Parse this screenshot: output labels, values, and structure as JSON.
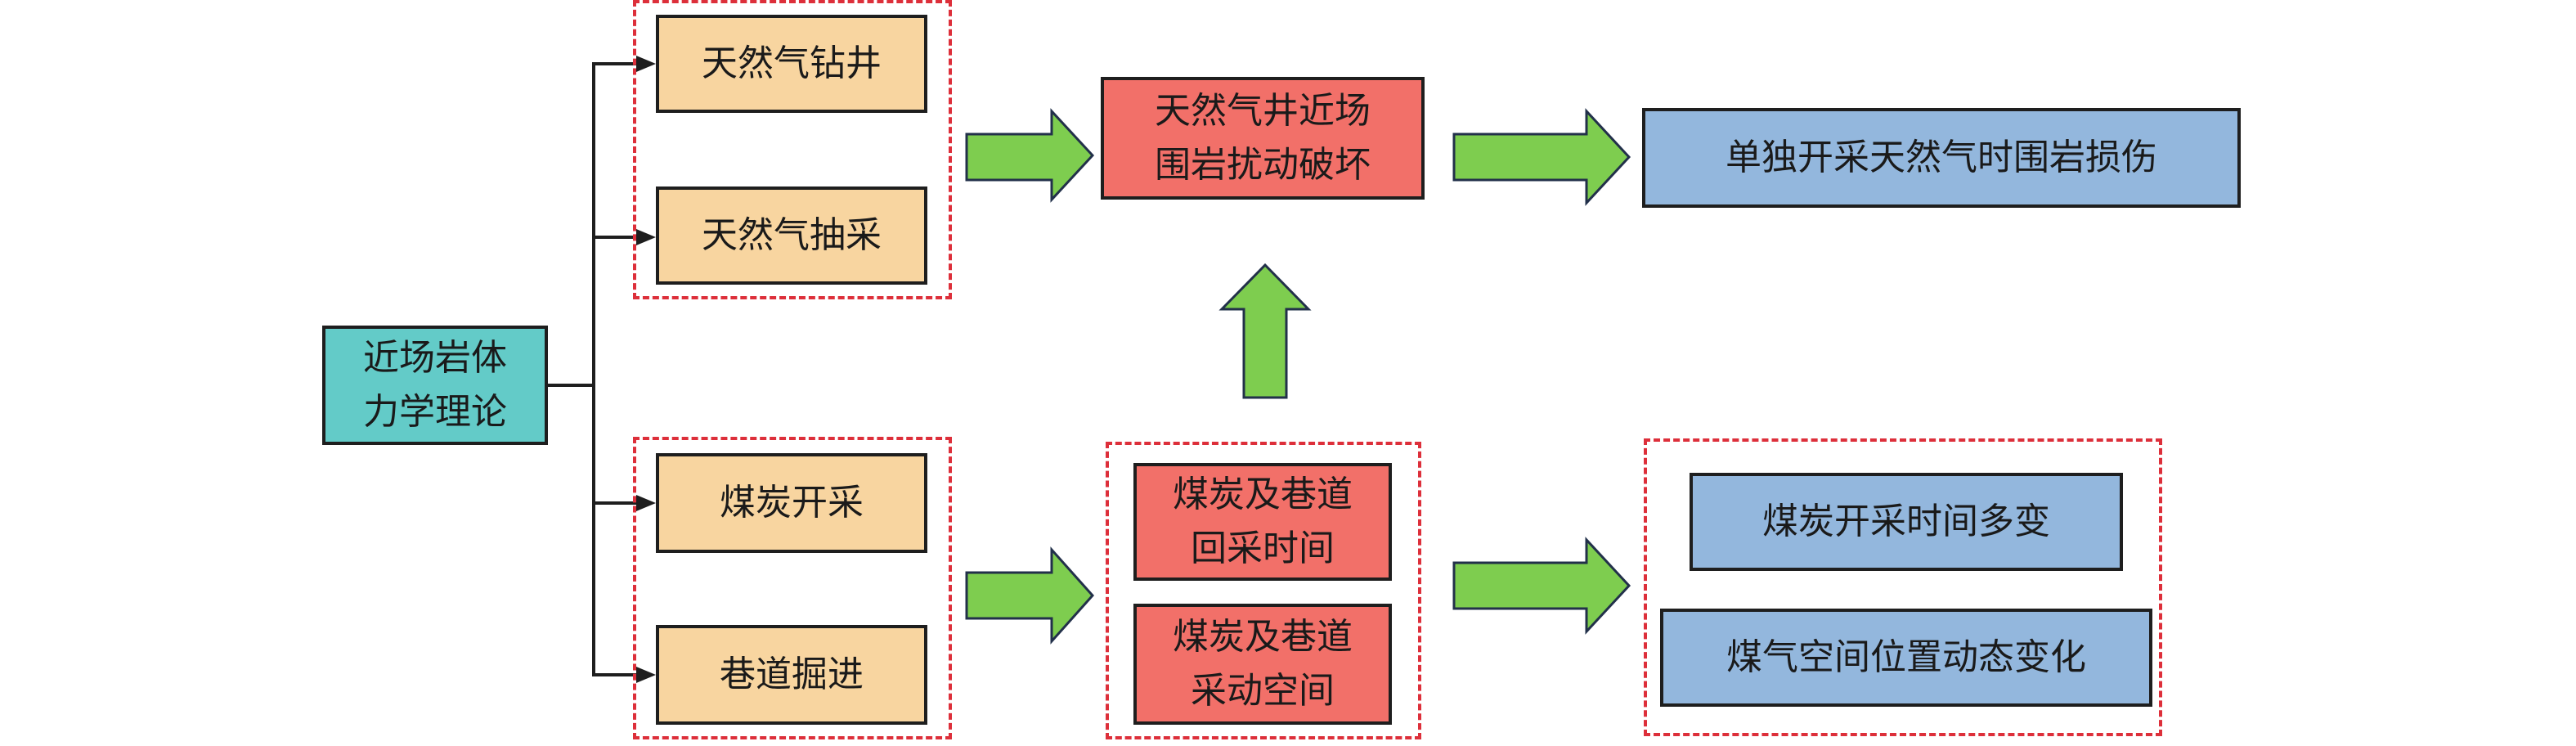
{
  "diagram": {
    "root": {
      "label": "近场岩体\n力学理论"
    },
    "gas_group": {
      "items": [
        {
          "label": "天然气钻井"
        },
        {
          "label": "天然气抽采"
        }
      ]
    },
    "coal_group": {
      "items": [
        {
          "label": "煤炭开采"
        },
        {
          "label": "巷道掘进"
        }
      ]
    },
    "gas_effect": {
      "label": "天然气井近场\n围岩扰动破坏"
    },
    "coal_effects": {
      "items": [
        {
          "label": "煤炭及巷道\n回采时间"
        },
        {
          "label": "煤炭及巷道\n采动空间"
        }
      ]
    },
    "gas_result": {
      "label": "单独开采天然气时围岩损伤"
    },
    "coal_results": {
      "items": [
        {
          "label": "煤炭开采时间多变"
        },
        {
          "label": "煤气空间位置动态变化"
        }
      ]
    },
    "colors": {
      "root": "#63cbc8",
      "source": "#f8d5a0",
      "effect": "#f27069",
      "result": "#93b7dd",
      "arrow": "#7ecd4f",
      "group_border": "#dd2f3a"
    },
    "edges": [
      {
        "from": "root",
        "to": "gas_group.items.0",
        "type": "connector"
      },
      {
        "from": "root",
        "to": "gas_group.items.1",
        "type": "connector"
      },
      {
        "from": "root",
        "to": "coal_group.items.0",
        "type": "connector"
      },
      {
        "from": "root",
        "to": "coal_group.items.1",
        "type": "connector"
      },
      {
        "from": "gas_group",
        "to": "gas_effect",
        "type": "block-arrow"
      },
      {
        "from": "gas_effect",
        "to": "gas_result",
        "type": "block-arrow"
      },
      {
        "from": "coal_group",
        "to": "coal_effects",
        "type": "block-arrow"
      },
      {
        "from": "coal_effects",
        "to": "coal_results",
        "type": "block-arrow"
      },
      {
        "from": "coal_effects",
        "to": "gas_effect",
        "type": "block-arrow"
      }
    ]
  }
}
